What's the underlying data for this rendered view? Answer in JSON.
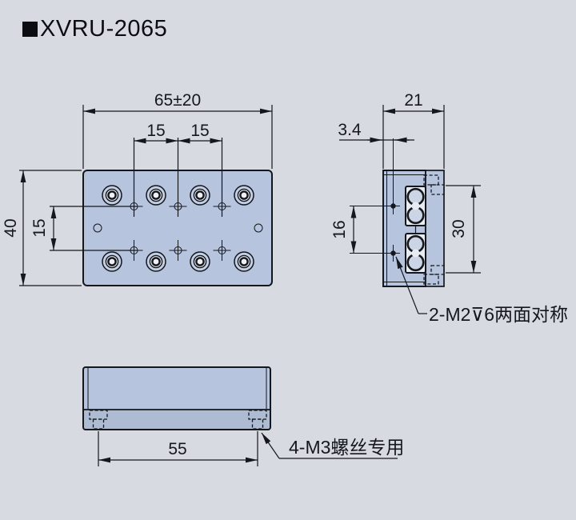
{
  "title": {
    "bullet": "■",
    "model": "XVRU-2065"
  },
  "colors": {
    "background": "#d8dae2",
    "part_fill": "#b7c4de",
    "part_fill_dark": "#adbbd3",
    "washer_fill": "#e7ebf2",
    "line": "#14171c"
  },
  "top_view": {
    "dim_overall_width": "65±20",
    "dim_hole_pitch_left": "15",
    "dim_hole_pitch_right": "15",
    "dim_overall_height": "40",
    "dim_row_pitch": "15"
  },
  "side_view": {
    "dim_depth": "21",
    "dim_hole_offset": "3.4",
    "dim_hole_spacing": "16",
    "dim_flange_hole_pitch": "30",
    "annotation_m2": "2-M2⊽6两面对称"
  },
  "front_view": {
    "dim_mount_hole_pitch": "55",
    "annotation_m3": "4-M3螺丝专用"
  }
}
